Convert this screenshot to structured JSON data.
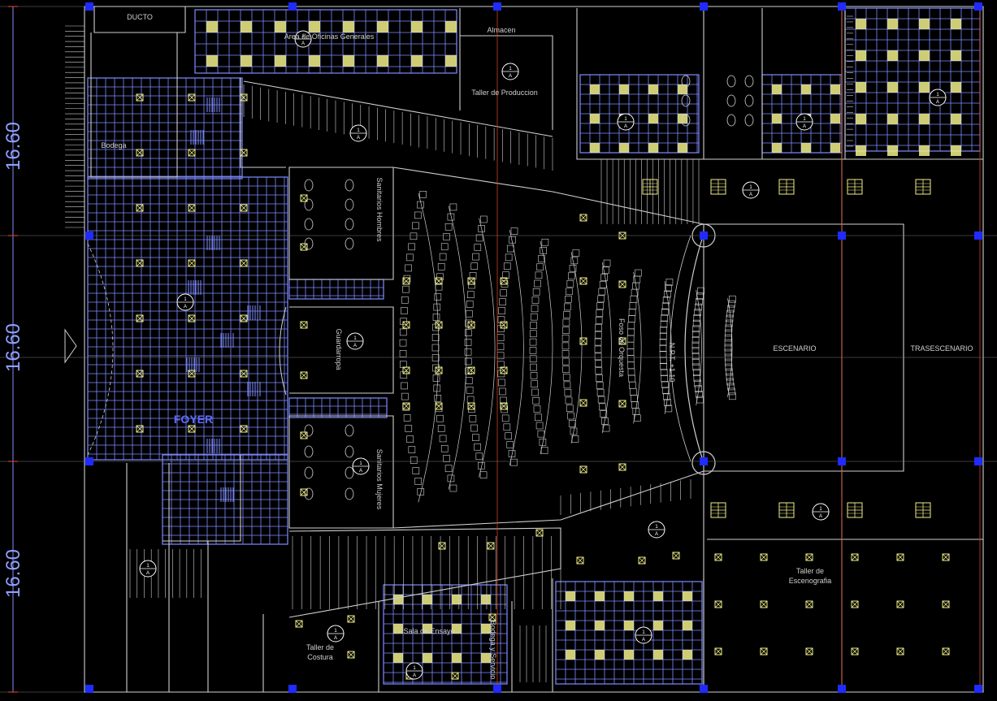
{
  "drawing": {
    "dimensions": [
      "16.60",
      "16.60",
      "16.60"
    ],
    "rooms": {
      "ducto": "DUCTO",
      "oficinas": "Area de Oficinas Generales",
      "almacen": "Almacen",
      "taller_produccion": "Taller de Produccion",
      "bodega": "Bodega",
      "sanitarios_hombres": "Sanitarios Hombres",
      "guardarropa": "Guardarropa",
      "sanitarios_mujeres": "Sanitarios Mujeres",
      "foyer": "FOYER",
      "foso_orquesta": "Foso de Orquesta",
      "nivel": "N.P.T. +1.10",
      "escenario": "ESCENARIO",
      "trasescenario": "TRASESCENARIO",
      "taller_escenografia_1": "Taller de",
      "taller_escenografia_2": "Escenografia",
      "taller_costura_1": "Taller de",
      "taller_costura_2": "Costura",
      "bodega_servicio": "Bodega y Servicio",
      "sala": "Sala de Ensayo"
    },
    "section_tag": {
      "top": "1",
      "bottom": "A"
    },
    "colors": {
      "background": "#000000",
      "grid": "#7f8cff",
      "fixture": "#f2f08a",
      "wall": "#cfcfcf",
      "axis": "#d04020",
      "column": "#1f2bff"
    }
  }
}
